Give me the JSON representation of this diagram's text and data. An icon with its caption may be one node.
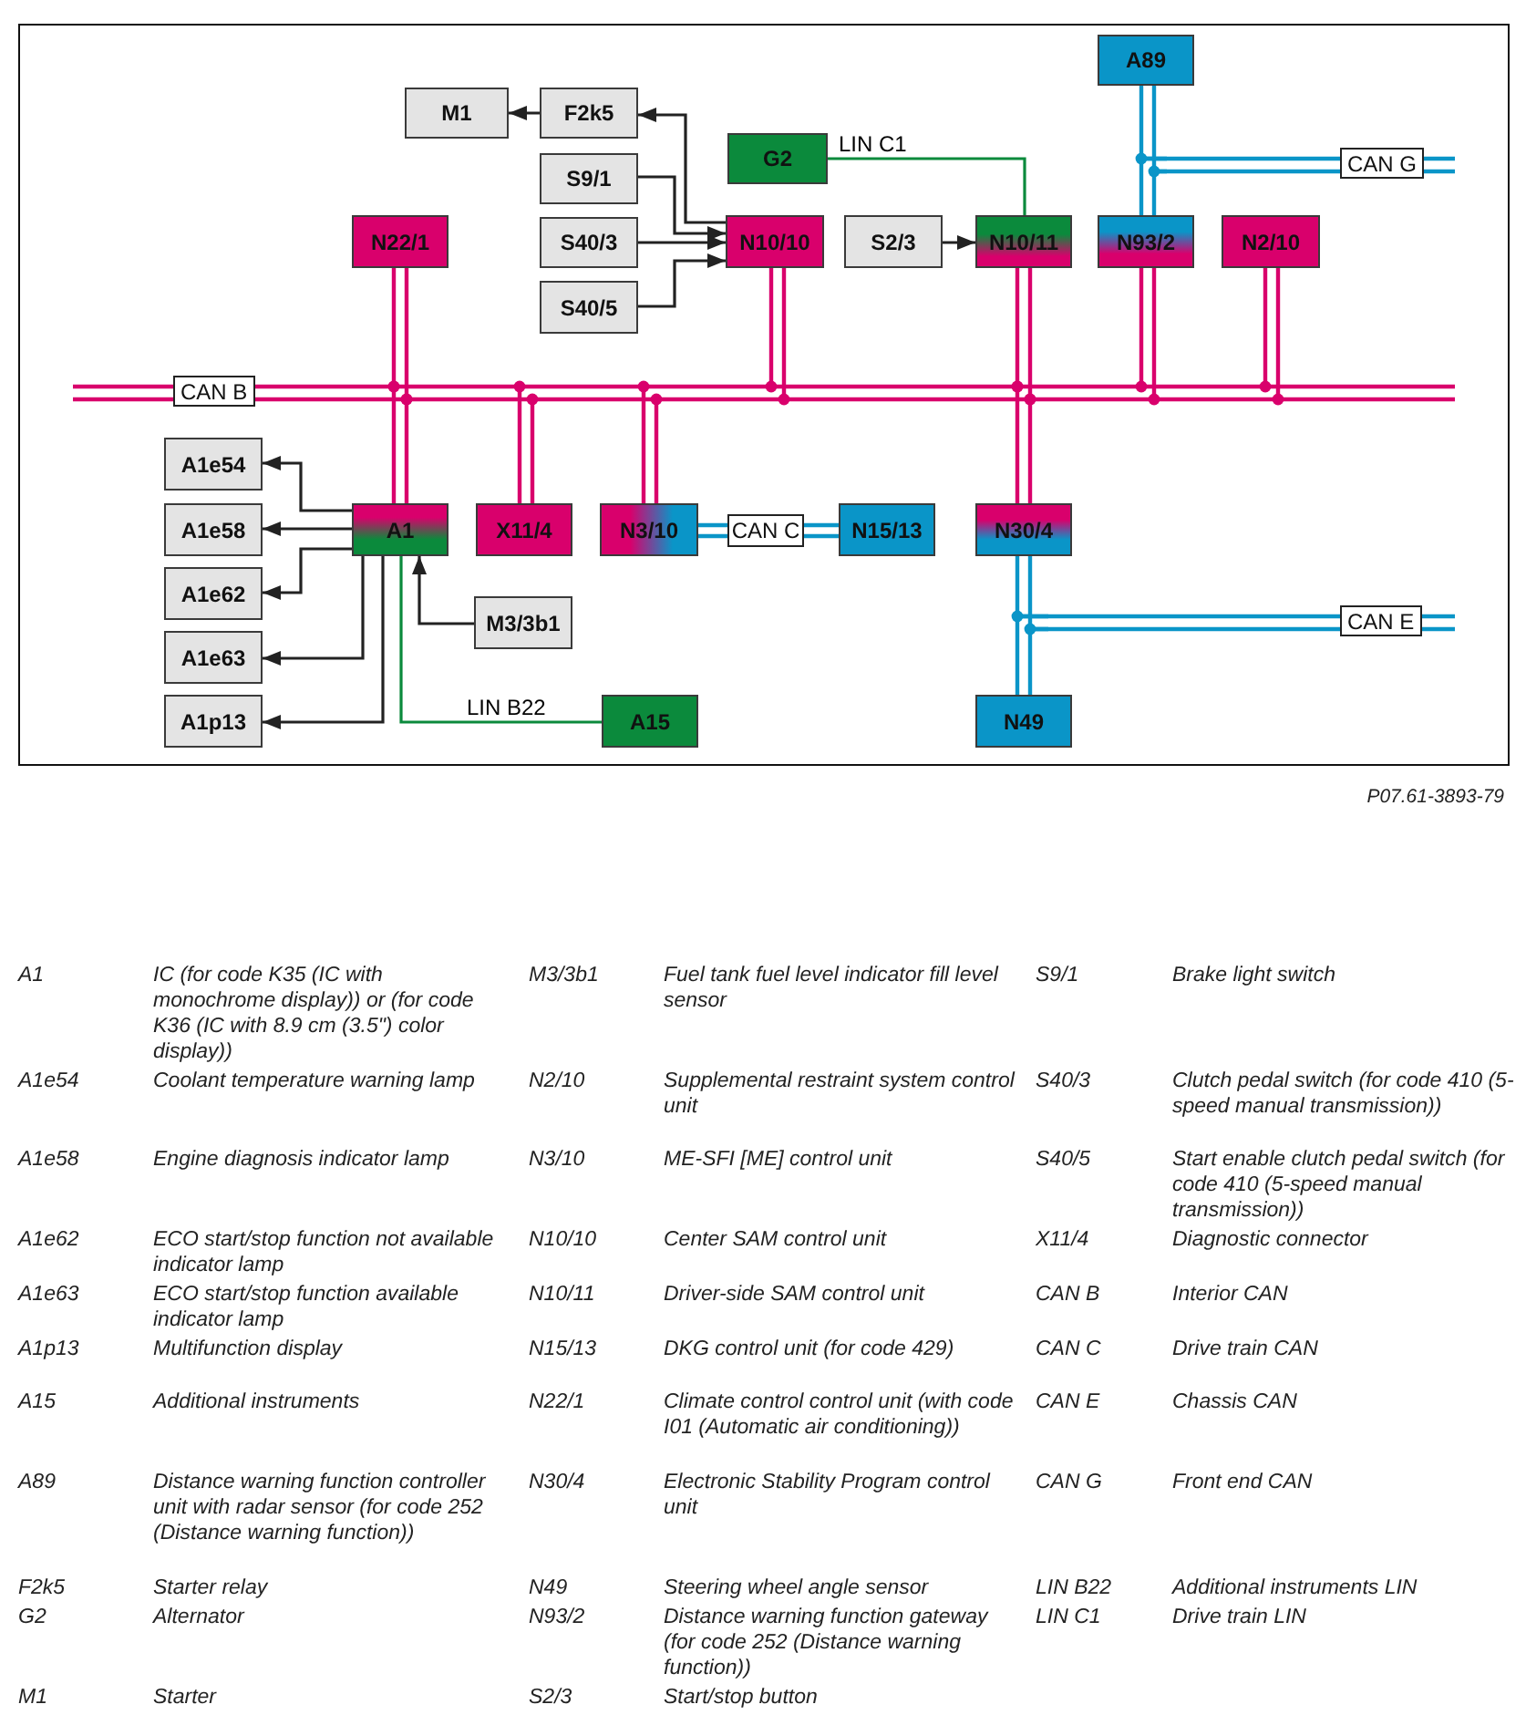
{
  "diagram": {
    "nodes": [
      {
        "text": [
          "A89"
        ]
      },
      {
        "text": [
          "M1"
        ]
      },
      {
        "text": [
          "F2k5"
        ]
      },
      {
        "text": [
          "G2"
        ]
      },
      {
        "text": [
          "CAN G"
        ]
      },
      {
        "text": [
          "S9/1"
        ]
      },
      {
        "text": [
          "N22/1"
        ]
      },
      {
        "text": [
          "S40/3"
        ]
      },
      {
        "text": [
          "N10/10"
        ]
      },
      {
        "text": [
          "S2/3"
        ]
      },
      {
        "text": [
          "N10/11"
        ]
      },
      {
        "text": [
          "N93/2"
        ]
      },
      {
        "text": [
          "N2/10"
        ]
      },
      {
        "text": [
          "S40/5"
        ]
      },
      {
        "text": [
          "CAN B"
        ]
      },
      {
        "text": [
          "A1e54"
        ]
      },
      {
        "text": [
          "A1e58"
        ]
      },
      {
        "text": [
          "A1"
        ]
      },
      {
        "text": [
          "X11/4"
        ]
      },
      {
        "text": [
          "N3/10"
        ]
      },
      {
        "text": [
          "CAN C"
        ]
      },
      {
        "text": [
          "N15/13"
        ]
      },
      {
        "text": [
          "N30/4"
        ]
      },
      {
        "text": [
          "A1e62"
        ]
      },
      {
        "text": [
          "M3/3b1"
        ]
      },
      {
        "text": [
          "CAN E"
        ]
      },
      {
        "text": [
          "A1e63"
        ]
      },
      {
        "text": [
          "A1p13"
        ]
      },
      {
        "text": [
          "A15"
        ]
      },
      {
        "text": [
          "N49"
        ]
      }
    ],
    "edges": [
      {
        "from": 2,
        "to": 1,
        "arrow": "to"
      },
      {
        "from": 8,
        "to": 2,
        "arrow": "to"
      },
      {
        "from": 5,
        "to": 8,
        "arrow": "to"
      },
      {
        "from": 7,
        "to": 8,
        "arrow": "to"
      },
      {
        "from": 13,
        "to": 8,
        "arrow": "to"
      },
      {
        "from": 3,
        "to": 10,
        "arrow": "none",
        "label": "LIN C1",
        "color": "#0b8a3c"
      },
      {
        "from": 9,
        "to": 10,
        "arrow": "to"
      },
      {
        "from": 0,
        "to": 4,
        "arrow": "none",
        "color": "#0a95c8"
      },
      {
        "from": 11,
        "to": 4,
        "arrow": "none",
        "color": "#0a95c8"
      },
      {
        "from": 6,
        "to": 14,
        "arrow": "other",
        "color": "#d9006c"
      },
      {
        "from": 17,
        "to": 14,
        "arrow": "other",
        "color": "#d9006c"
      },
      {
        "from": 18,
        "to": 14,
        "arrow": "other",
        "color": "#d9006c"
      },
      {
        "from": 19,
        "to": 14,
        "arrow": "other",
        "color": "#d9006c"
      },
      {
        "from": 8,
        "to": 14,
        "arrow": "other",
        "color": "#d9006c"
      },
      {
        "from": 10,
        "to": 14,
        "arrow": "other",
        "color": "#d9006c"
      },
      {
        "from": 11,
        "to": 14,
        "arrow": "other",
        "color": "#d9006c"
      },
      {
        "from": 12,
        "to": 14,
        "arrow": "other",
        "color": "#d9006c"
      },
      {
        "from": 22,
        "to": 14,
        "arrow": "other",
        "color": "#d9006c"
      },
      {
        "from": 19,
        "to": 20,
        "arrow": "none",
        "color": "#0a95c8"
      },
      {
        "from": 20,
        "to": 21,
        "arrow": "none",
        "color": "#0a95c8"
      },
      {
        "from": 22,
        "to": 25,
        "arrow": "none",
        "color": "#0a95c8"
      },
      {
        "from": 29,
        "to": 25,
        "arrow": "none",
        "color": "#0a95c8"
      },
      {
        "from": 17,
        "to": 15,
        "arrow": "to"
      },
      {
        "from": 17,
        "to": 16,
        "arrow": "to"
      },
      {
        "from": 17,
        "to": 23,
        "arrow": "to"
      },
      {
        "from": 17,
        "to": 26,
        "arrow": "to"
      },
      {
        "from": 17,
        "to": 27,
        "arrow": "to"
      },
      {
        "from": 24,
        "to": 17,
        "arrow": "to"
      },
      {
        "from": 17,
        "to": 28,
        "arrow": "none",
        "label": "LIN B22",
        "color": "#0b8a3c"
      }
    ],
    "labels": [
      "P07.61-3893-79",
      "A1",
      "IC (for code K35 (IC with monochrome display)) or (for code K36 (IC with 8.9 cm (3.5\") color display))",
      "M3/3b1",
      "Fuel tank fuel level indicator fill level sensor",
      "S9/1",
      "Brake light switch",
      "A1e54",
      "Coolant temperature warning lamp",
      "N2/10",
      "Supplemental restraint system control unit",
      "S40/3",
      "Clutch pedal switch (for code 410 (5-speed manual transmission))",
      "A1e58",
      "Engine diagnosis indicator lamp",
      "N3/10",
      "ME-SFI [ME] control unit",
      "S40/5",
      "Start enable clutch pedal switch (for code 410 (5-speed manual transmission))",
      "A1e62",
      "ECO start/stop function not available indicator lamp",
      "N10/10",
      "Center SAM control unit",
      "X11/4",
      "Diagnostic connector",
      "A1e63",
      "ECO start/stop function available indicator lamp",
      "N10/11",
      "Driver-side SAM control unit",
      "CAN B",
      "Interior CAN",
      "A1p13",
      "Multifunction display",
      "N15/13",
      "DKG control unit (for code 429)",
      "CAN C",
      "Drive train CAN",
      "A15",
      "Additional instruments",
      "N22/1",
      "Climate control control unit (with code I01 (Automatic air conditioning))",
      "CAN E",
      "Chassis CAN",
      "A89",
      "Distance warning function controller unit with radar sensor (for code 252 (Distance warning function))",
      "N30/4",
      "Electronic Stability Program control unit",
      "CAN G",
      "Front end CAN",
      "F2k5",
      "Starter relay",
      "N49",
      "Steering wheel angle sensor",
      "LIN B22",
      "Additional instruments LIN",
      "G2",
      "Alternator",
      "N93/2",
      "Distance warning function gateway (for code 252 (Distance warning function))",
      "LIN C1",
      "Drive train LIN",
      "M1",
      "Starter",
      "S2/3",
      "Start/stop button"
    ]
  }
}
